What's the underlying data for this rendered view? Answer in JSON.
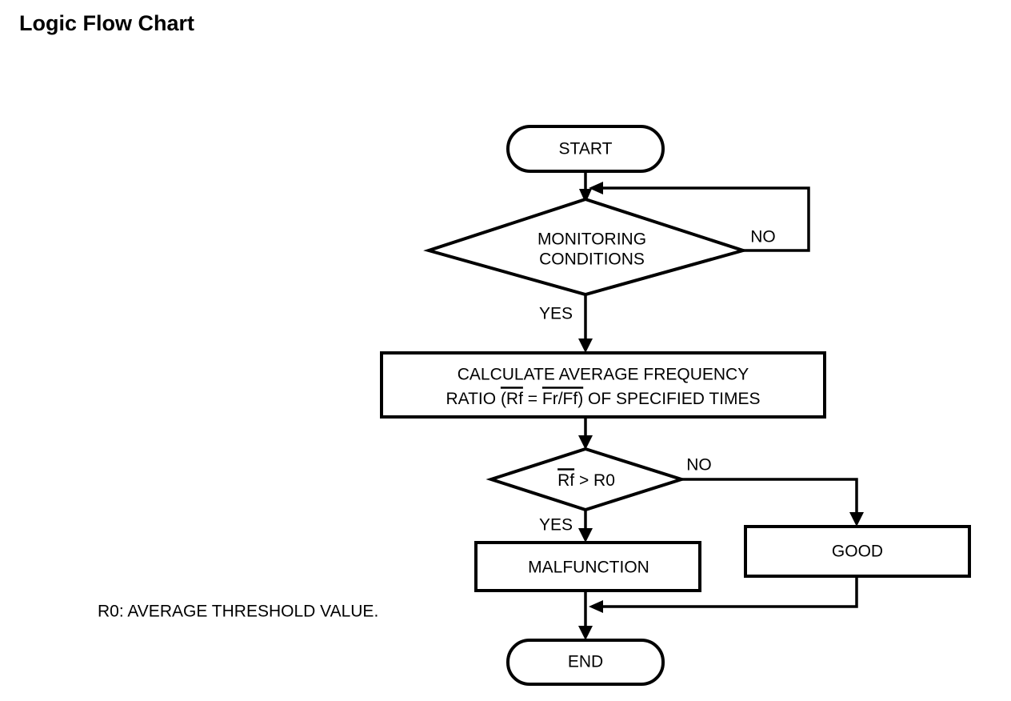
{
  "page": {
    "title": "Logic Flow Chart",
    "background_color": "#ffffff",
    "stroke_color": "#000000"
  },
  "chart_data": {
    "type": "diagram",
    "diagram_kind": "flowchart",
    "title": "Logic Flow Chart",
    "orientation": "top-to-bottom",
    "nodes": [
      {
        "id": "start",
        "shape": "stadium",
        "label": "START"
      },
      {
        "id": "monitoring",
        "shape": "diamond",
        "label_line1": "MONITORING",
        "label_line2": "CONDITIONS"
      },
      {
        "id": "calculate",
        "shape": "rectangle",
        "label_line1": "CALCULATE AVERAGE FREQUENCY",
        "label_line2_pre": "RATIO ",
        "label_line2_a": "(Rf",
        "label_line2_mid": " = ",
        "label_line2_b": "Fr/Ff)",
        "label_line2_post": " OF SPECIFIED TIMES"
      },
      {
        "id": "compare",
        "shape": "diamond",
        "label_a": "Rf",
        "label_b": " > R0"
      },
      {
        "id": "malfunction",
        "shape": "rectangle",
        "label": "MALFUNCTION"
      },
      {
        "id": "good",
        "shape": "rectangle",
        "label": "GOOD"
      },
      {
        "id": "end",
        "shape": "stadium",
        "label": "END"
      }
    ],
    "edges": [
      {
        "from": "start",
        "to": "monitoring",
        "label": ""
      },
      {
        "from": "monitoring",
        "to": "calculate",
        "label": "YES"
      },
      {
        "from": "monitoring",
        "to": "start-join",
        "label": "NO"
      },
      {
        "from": "calculate",
        "to": "compare",
        "label": ""
      },
      {
        "from": "compare",
        "to": "malfunction",
        "label": "YES"
      },
      {
        "from": "compare",
        "to": "good",
        "label": "NO"
      },
      {
        "from": "malfunction",
        "to": "end",
        "label": ""
      },
      {
        "from": "good",
        "to": "end-join",
        "label": ""
      }
    ],
    "annotations": [
      {
        "id": "legend",
        "text": "R0: AVERAGE THRESHOLD VALUE."
      }
    ]
  },
  "nodes": {
    "start": {
      "label": "START"
    },
    "monitoring": {
      "line1": "MONITORING",
      "line2": "CONDITIONS"
    },
    "calculate": {
      "line1": "CALCULATE AVERAGE FREQUENCY",
      "line2_prefix": "RATIO ",
      "line2_overbar_a": "(Rf",
      "line2_equals": " = ",
      "line2_overbar_b": "Fr/Ff)",
      "line2_suffix": " OF SPECIFIED TIMES"
    },
    "compare": {
      "overbar": "Rf",
      "rest": " > R0"
    },
    "malfunction": {
      "label": "MALFUNCTION"
    },
    "good": {
      "label": "GOOD"
    },
    "end": {
      "label": "END"
    }
  },
  "edge_labels": {
    "monitoring_yes": "YES",
    "monitoring_no": "NO",
    "compare_yes": "YES",
    "compare_no": "NO"
  },
  "footnote": {
    "text": "R0: AVERAGE THRESHOLD VALUE."
  }
}
